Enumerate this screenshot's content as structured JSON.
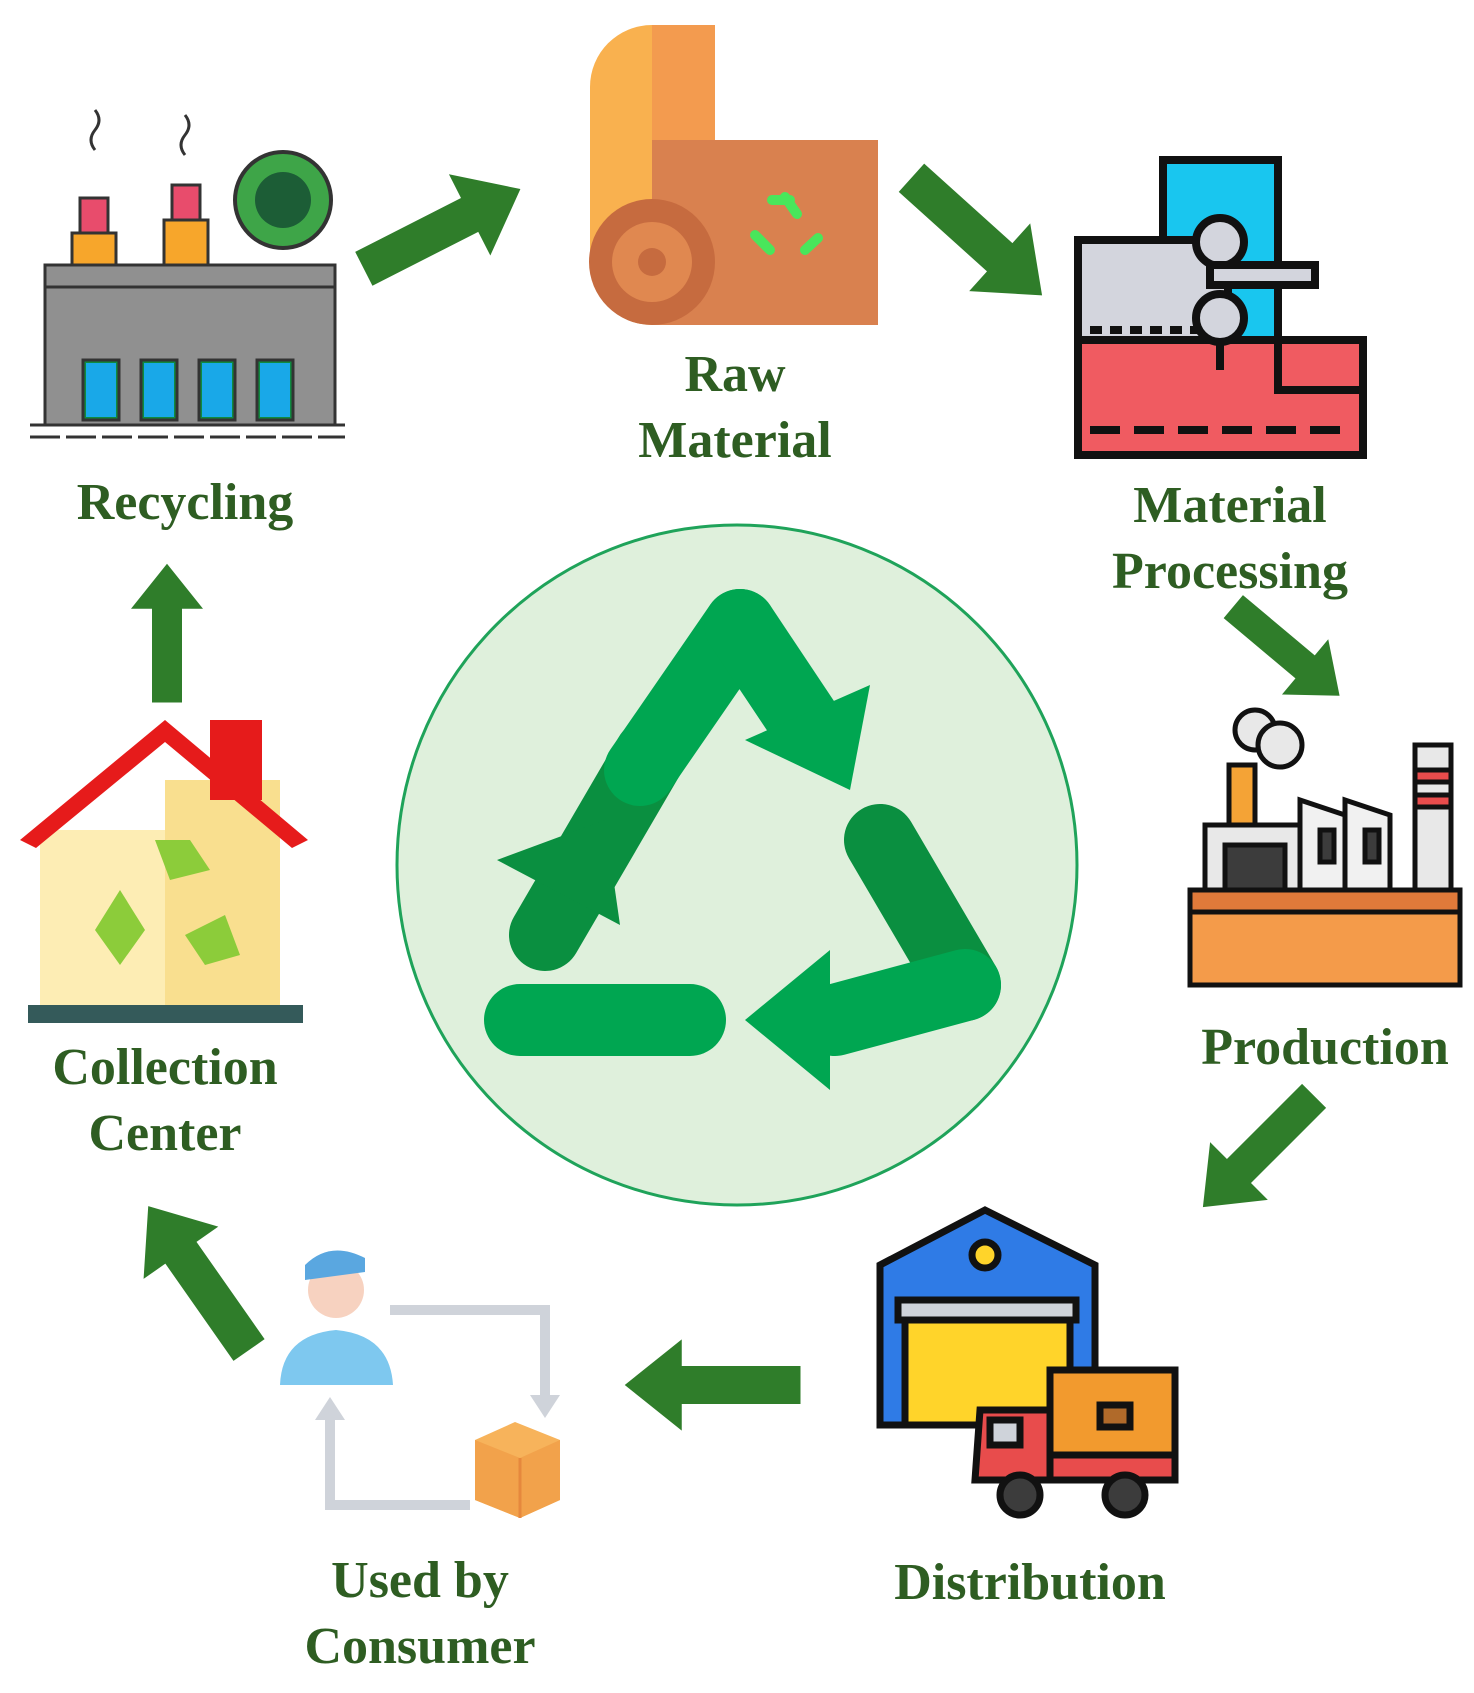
{
  "diagram": {
    "colors": {
      "arrow": "#2f7d2a",
      "label": "#2e5d22",
      "center_fill": "#dff0dc",
      "center_stroke": "#1fa35a",
      "recycle_light": "#00a651",
      "recycle_dark": "#0a8f40"
    },
    "center": {
      "icon": "recycle-icon"
    },
    "stages": [
      {
        "id": "raw-material",
        "icon": "material-roll-icon",
        "lines": [
          "Raw",
          "Material"
        ]
      },
      {
        "id": "material-processing",
        "icon": "processing-machine-icon",
        "lines": [
          "Material",
          "Processing"
        ]
      },
      {
        "id": "production",
        "icon": "factory-icon",
        "lines": [
          "Production"
        ]
      },
      {
        "id": "distribution",
        "icon": "warehouse-truck-icon",
        "lines": [
          "Distribution"
        ]
      },
      {
        "id": "used-by-consumer",
        "icon": "consumer-package-icon",
        "lines": [
          "Used by",
          "Consumer"
        ]
      },
      {
        "id": "collection-center",
        "icon": "recycling-house-icon",
        "lines": [
          "Collection",
          "Center"
        ]
      },
      {
        "id": "recycling",
        "icon": "recycling-plant-icon",
        "lines": [
          "Recycling"
        ]
      }
    ]
  }
}
